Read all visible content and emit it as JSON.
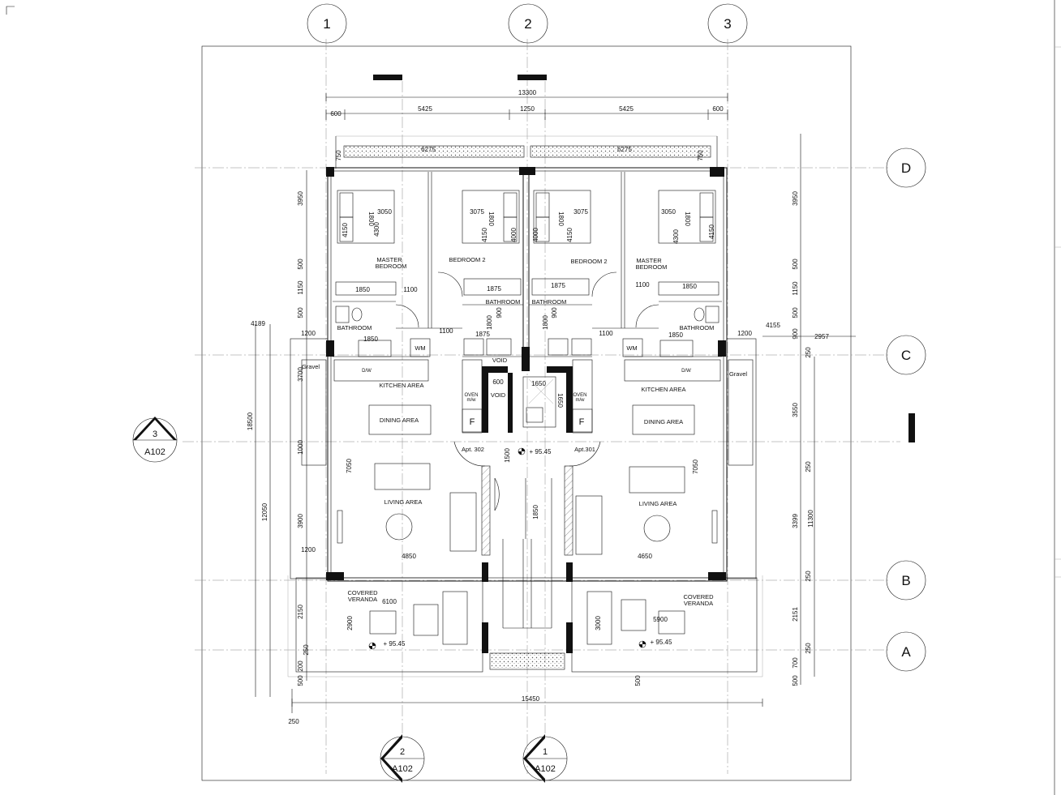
{
  "grid": {
    "columns": [
      "1",
      "2",
      "3"
    ],
    "rows": [
      "D",
      "C",
      "B",
      "A"
    ]
  },
  "section_refs": {
    "sheet": "A102",
    "left": "3",
    "bottom_left": "2",
    "bottom_right": "1"
  },
  "dims": {
    "overall_top": "13300",
    "top_600_l": "600",
    "top_5425_l": "5425",
    "top_1250": "1250",
    "top_5425_r": "5425",
    "top_600_r": "600",
    "planter_l": "6275",
    "planter_r": "6275",
    "d750_l": "750",
    "d750_r": "750",
    "overall_bottom": "15450",
    "b250": "250",
    "left_4189": "4189",
    "left_18500": "18500",
    "left_12050": "12050",
    "left_3950": "3950",
    "left_500a": "500",
    "left_1150": "1150",
    "left_500b": "500",
    "left_1200a": "1200",
    "left_3700": "3700",
    "left_1000": "1000",
    "left_3900": "3900",
    "left_1200b": "1200",
    "left_2150": "2150",
    "left_250": "250",
    "left_200": "200",
    "left_500c": "500",
    "right_3950": "3950",
    "right_500a": "500",
    "right_1150": "1150",
    "right_500b": "500",
    "right_900": "900",
    "right_250a": "250",
    "right_3550": "3550",
    "right_250b": "250",
    "right_3399": "3399",
    "right_11300": "11300",
    "right_250c": "250",
    "right_2151": "2151",
    "right_250d": "250",
    "right_700": "700",
    "right_500c": "500",
    "right_4155": "4155",
    "right_2957": "2957",
    "right_1200": "1200",
    "mb_3050_l": "3050",
    "mb_1800_l": "1800",
    "mb_4300_l": "4300",
    "mb_4150_l": "4150",
    "b2_3075_l": "3075",
    "b2_1800_l": "1800",
    "b2_4150_l": "4150",
    "b2_4000_l": "4000",
    "b2_3075_r": "3075",
    "b2_1800_r": "1800",
    "b2_4150_r": "4150",
    "b2_4000_r": "4000",
    "mb_3050_r": "3050",
    "mb_1800_r": "1800",
    "mb_4300_r": "4300",
    "mb_4150_r": "4150",
    "w1850_l": "1850",
    "w1100_l": "1100",
    "w1875_l": "1875",
    "w1875_r": "1875",
    "w1100_r": "1100",
    "w1850_r": "1850",
    "bt1850_l": "1850",
    "bt1100_l": "1100",
    "bt1875_l": "1875",
    "bt1800_l": "1800",
    "bt900_l": "900",
    "bt1800_r": "1800",
    "bt900_r": "900",
    "bt1100_r": "1100",
    "bt1850_r": "1850",
    "core600": "600",
    "core1650a": "1650",
    "core1650b": "1650",
    "core1500": "1500",
    "core1850": "1850",
    "dl7050_l": "7050",
    "dl7050_r": "7050",
    "w4850": "4850",
    "w4650": "4650",
    "v6100": "6100",
    "v2900": "2900",
    "v3000": "3000",
    "v5900": "5900",
    "v500": "500"
  },
  "rooms": {
    "master_bedroom_l1": "MASTER",
    "master_bedroom_l2": "BEDROOM",
    "master_bedroom_r1": "MASTER",
    "master_bedroom_r2": "BEDROOM",
    "bedroom2_l": "BEDROOM 2",
    "bedroom2_r": "BEDROOM 2",
    "bathroom_ll": "BATHROOM",
    "bathroom_lc": "BATHROOM",
    "bathroom_rc": "BATHROOM",
    "bathroom_rr": "BATHROOM",
    "wm_l": "WM",
    "wm_r": "WM",
    "dw_l": "D/W",
    "dw_r": "D/W",
    "void_top": "VOID",
    "void_mid": "VOID",
    "oven_l1": "OVEN",
    "oven_l2": "m/w",
    "oven_r1": "OVEN",
    "oven_r2": "m/w",
    "fridge_l": "F",
    "fridge_r": "F",
    "gravel_l": "Gravel",
    "gravel_r": "Gravel",
    "kitchen_l": "KITCHEN AREA",
    "kitchen_r": "KITCHEN AREA",
    "dining_l": "DINING AREA",
    "dining_r": "DINING AREA",
    "living_l": "LIVING AREA",
    "living_r": "LIVING AREA",
    "apt_l": "Apt. 302",
    "apt_r": "Apt.301",
    "level_core": "+ 95.45",
    "level_l": "+ 95.45",
    "level_r": "+ 95.45",
    "veranda_l1": "COVERED",
    "veranda_l2": "VERANDA",
    "veranda_r1": "COVERED",
    "veranda_r2": "VERANDA"
  }
}
